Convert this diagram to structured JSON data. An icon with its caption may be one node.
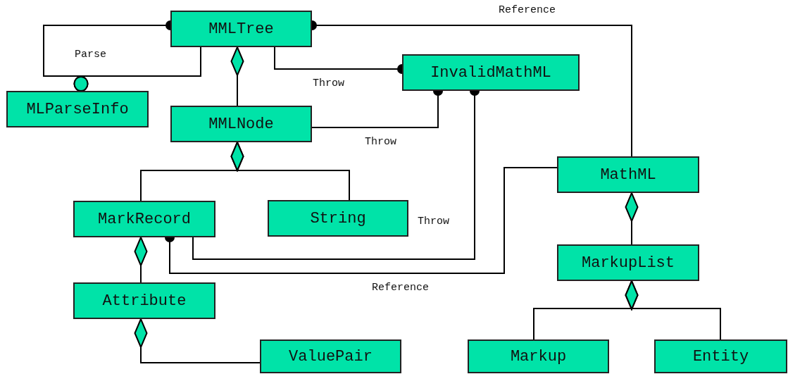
{
  "diagram": {
    "nodes": [
      {
        "text": [
          "MMLTree"
        ]
      },
      {
        "text": [
          "MLParseInfo"
        ]
      },
      {
        "text": [
          "InvalidMathML"
        ]
      },
      {
        "text": [
          "MMLNode"
        ]
      },
      {
        "text": [
          "MathML"
        ]
      },
      {
        "text": [
          "MarkRecord"
        ]
      },
      {
        "text": [
          "String"
        ]
      },
      {
        "text": [
          "MarkupList"
        ]
      },
      {
        "text": [
          "Attribute"
        ]
      },
      {
        "text": [
          "ValuePair"
        ]
      },
      {
        "text": [
          "Markup"
        ]
      },
      {
        "text": [
          "Entity"
        ]
      }
    ],
    "edges": [
      {
        "from": 0,
        "to": 1,
        "arrow": "other",
        "label": "Parse"
      },
      {
        "from": 0,
        "to": 1,
        "arrow": "other"
      },
      {
        "from": 0,
        "to": 3,
        "arrow": "other"
      },
      {
        "from": 0,
        "to": 2,
        "arrow": "other",
        "label": "Throw"
      },
      {
        "from": 0,
        "to": 4,
        "arrow": "other",
        "label": "Reference"
      },
      {
        "from": 3,
        "to": 2,
        "arrow": "other",
        "label": "Throw"
      },
      {
        "from": 3,
        "to": 5,
        "arrow": "other"
      },
      {
        "from": 3,
        "to": 6,
        "arrow": "other"
      },
      {
        "from": 5,
        "to": 2,
        "arrow": "other",
        "label": "Throw"
      },
      {
        "from": 4,
        "to": 5,
        "arrow": "other",
        "label": "Reference"
      },
      {
        "from": 4,
        "to": 7,
        "arrow": "other"
      },
      {
        "from": 5,
        "to": 8,
        "arrow": "other"
      },
      {
        "from": 8,
        "to": 9,
        "arrow": "other"
      },
      {
        "from": 7,
        "to": 10,
        "arrow": "other"
      },
      {
        "from": 7,
        "to": 11,
        "arrow": "other"
      }
    ]
  }
}
